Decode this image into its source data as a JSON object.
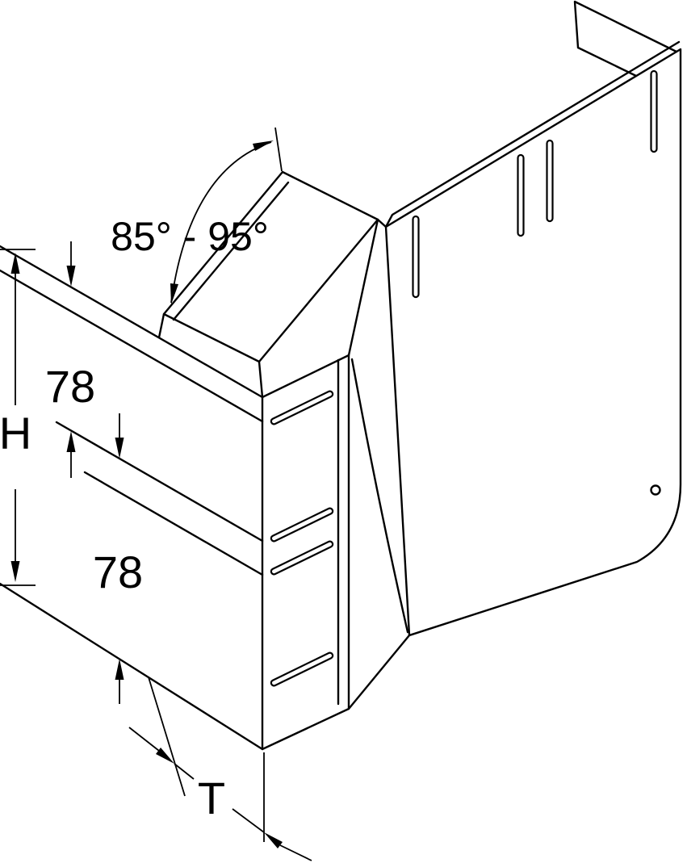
{
  "diagram": {
    "labels": {
      "angle_range": "85° - 95°",
      "dim_top_78": "78",
      "dim_height": "H",
      "dim_bottom_78": "78",
      "dim_width": "T"
    },
    "colors": {
      "line": "#000000",
      "background": "#ffffff"
    }
  }
}
